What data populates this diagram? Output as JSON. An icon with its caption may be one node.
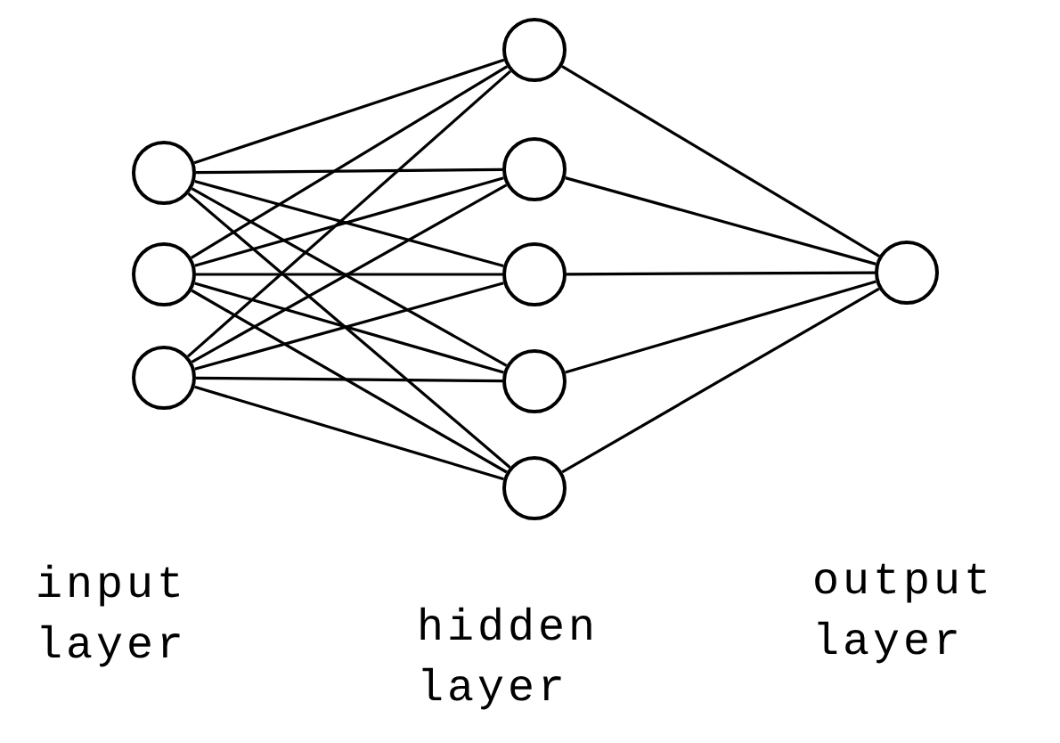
{
  "diagram": {
    "nodes": [
      {
        "text": [],
        "shape": "circle"
      },
      {
        "text": [],
        "shape": "circle"
      },
      {
        "text": [],
        "shape": "circle"
      },
      {
        "text": [],
        "shape": "circle"
      },
      {
        "text": [],
        "shape": "circle"
      },
      {
        "text": [],
        "shape": "circle"
      },
      {
        "text": [],
        "shape": "circle"
      },
      {
        "text": [],
        "shape": "circle"
      },
      {
        "text": [],
        "shape": "circle"
      }
    ],
    "edges": [
      {
        "from": 0,
        "to": 3,
        "arrow": "none"
      },
      {
        "from": 0,
        "to": 4,
        "arrow": "none"
      },
      {
        "from": 0,
        "to": 5,
        "arrow": "none"
      },
      {
        "from": 0,
        "to": 6,
        "arrow": "none"
      },
      {
        "from": 0,
        "to": 7,
        "arrow": "none"
      },
      {
        "from": 1,
        "to": 3,
        "arrow": "none"
      },
      {
        "from": 1,
        "to": 4,
        "arrow": "none"
      },
      {
        "from": 1,
        "to": 5,
        "arrow": "none"
      },
      {
        "from": 1,
        "to": 6,
        "arrow": "none"
      },
      {
        "from": 1,
        "to": 7,
        "arrow": "none"
      },
      {
        "from": 2,
        "to": 3,
        "arrow": "none"
      },
      {
        "from": 2,
        "to": 4,
        "arrow": "none"
      },
      {
        "from": 2,
        "to": 5,
        "arrow": "none"
      },
      {
        "from": 2,
        "to": 6,
        "arrow": "none"
      },
      {
        "from": 2,
        "to": 7,
        "arrow": "none"
      },
      {
        "from": 3,
        "to": 8,
        "arrow": "none"
      },
      {
        "from": 4,
        "to": 8,
        "arrow": "none"
      },
      {
        "from": 5,
        "to": 8,
        "arrow": "none"
      },
      {
        "from": 6,
        "to": 8,
        "arrow": "none"
      },
      {
        "from": 7,
        "to": 8,
        "arrow": "none"
      }
    ],
    "labels": [
      "input layer",
      "hidden layer",
      "output layer"
    ]
  }
}
